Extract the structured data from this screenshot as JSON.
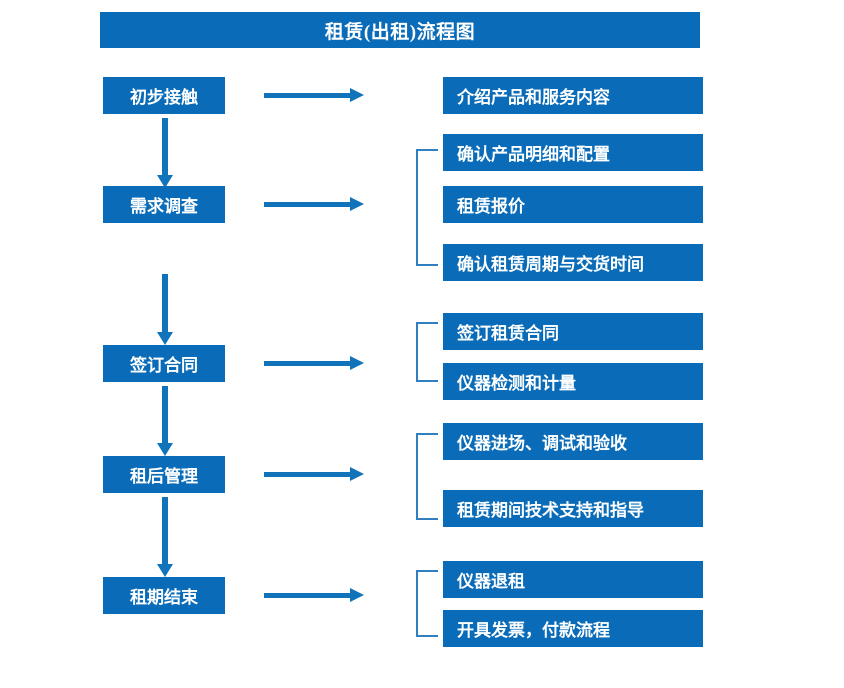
{
  "diagram": {
    "title": "租赁(出租)流程图",
    "theme": {
      "box_fill": "#0a6cb8",
      "box_text": "#ffffff",
      "arrow": "#1173b9",
      "bracket": "#2f7fc1",
      "background": "#ffffff"
    },
    "stages": [
      {
        "label": "初步接触",
        "details": [
          "介绍产品和服务内容"
        ],
        "bracketed": false
      },
      {
        "label": "需求调查",
        "details": [
          "确认产品明细和配置",
          "租赁报价",
          "确认租赁周期与交货时间"
        ],
        "bracketed": true
      },
      {
        "label": "签订合同",
        "details": [
          "签订租赁合同",
          "仪器检测和计量"
        ],
        "bracketed": true
      },
      {
        "label": "租后管理",
        "details": [
          "仪器进场、调试和验收",
          "租赁期间技术支持和指导"
        ],
        "bracketed": true
      },
      {
        "label": "租期结束",
        "details": [
          "仪器退租",
          "开具发票，付款流程"
        ],
        "bracketed": true
      }
    ]
  }
}
